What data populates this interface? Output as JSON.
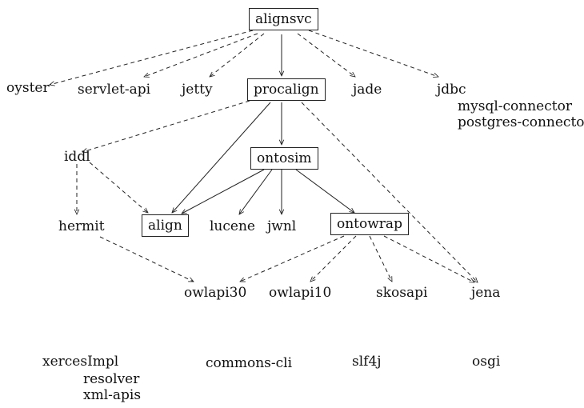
{
  "nodes": {
    "alignsvc": "alignsvc",
    "oyster": "oyster",
    "servlet_api": "servlet-api",
    "jetty": "jetty",
    "procalign": "procalign",
    "jade": "jade",
    "jdbc": "jdbc",
    "mysql_connector": "mysql-connector",
    "postgres_connector": "postgres-connector",
    "iddl": "iddl",
    "ontosim": "ontosim",
    "hermit": "hermit",
    "align": "align",
    "lucene": "lucene",
    "jwnl": "jwnl",
    "ontowrap": "ontowrap",
    "owlapi30": "owlapi30",
    "owlapi10": "owlapi10",
    "skosapi": "skosapi",
    "jena": "jena",
    "xercesImpl": "xercesImpl",
    "resolver": "resolver",
    "xml_apis": "xml-apis",
    "commons_cli": "commons-cli",
    "slf4j": "slf4j",
    "osgi": "osgi"
  }
}
